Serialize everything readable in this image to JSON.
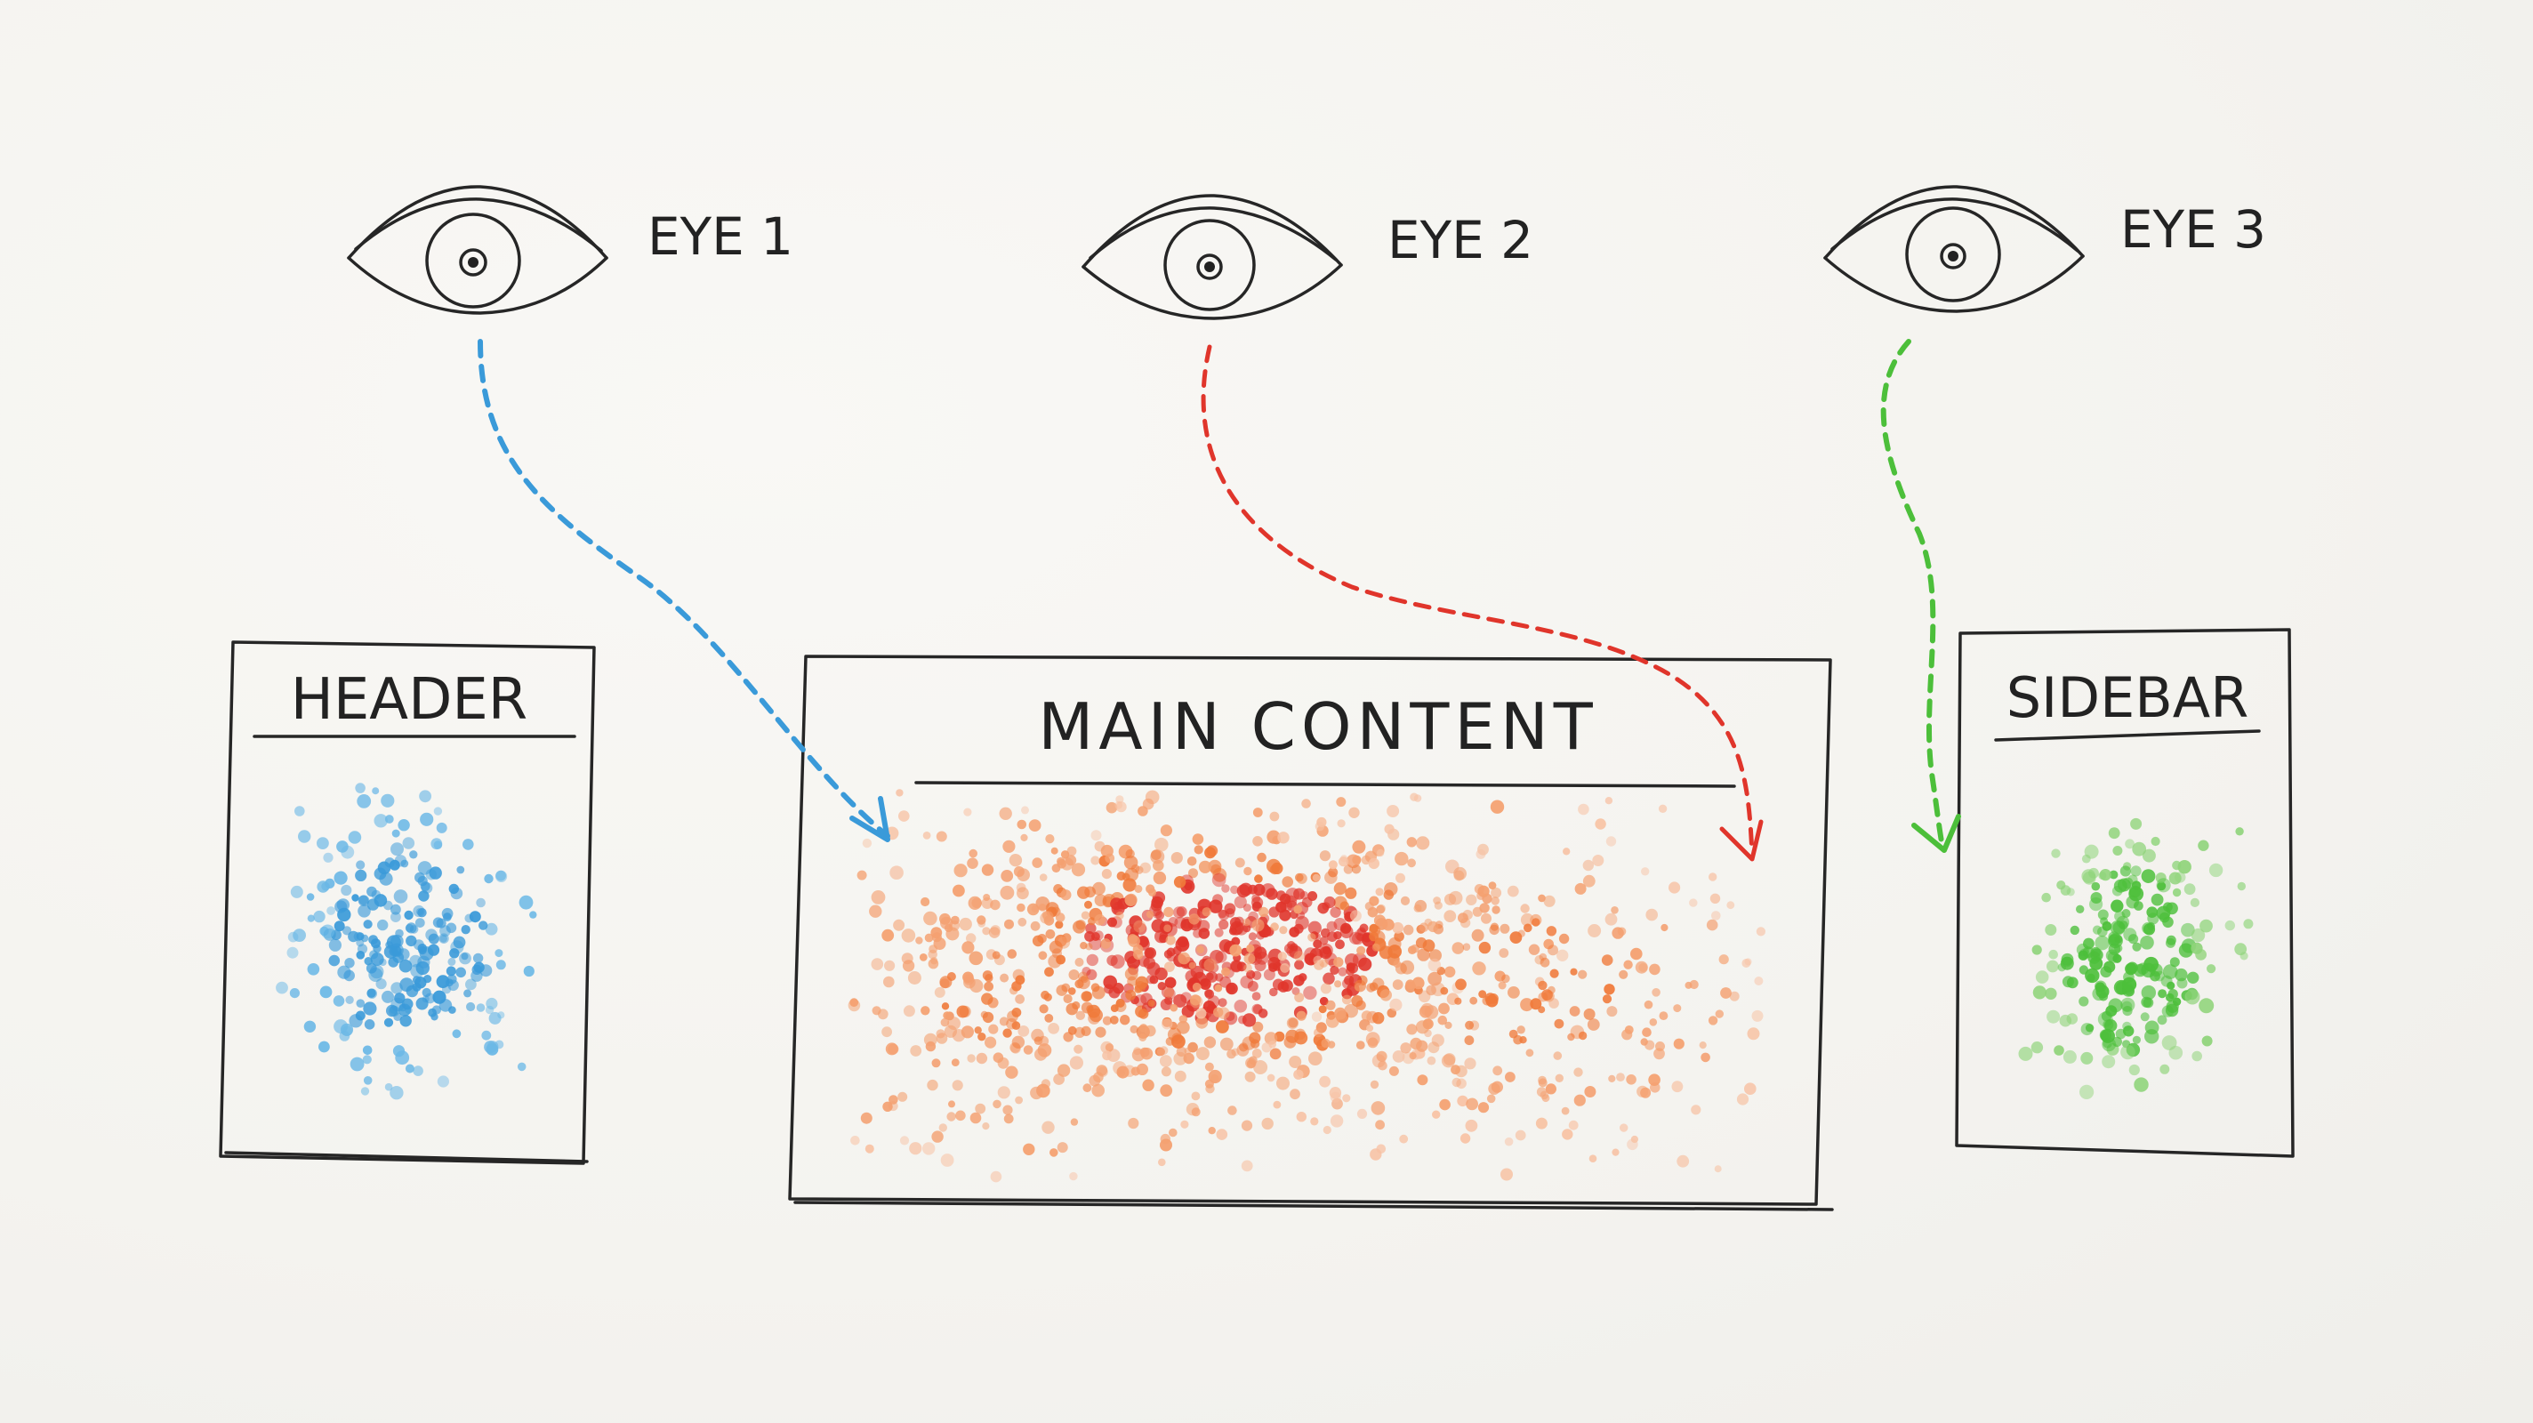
{
  "eyes": [
    {
      "label": "EYE 1",
      "color": "#3a9ad9"
    },
    {
      "label": "EYE 2",
      "color": "#e0352b"
    },
    {
      "label": "EYE 3",
      "color": "#4cbf3a"
    }
  ],
  "regions": {
    "header": {
      "title": "HEADER",
      "heat_color": "#3a9ad9"
    },
    "main": {
      "title": "MAIN CONTENT",
      "heat_colors": [
        "#e0352b",
        "#f07a3a",
        "#f4a070"
      ]
    },
    "sidebar": {
      "title": "SIDEBAR",
      "heat_color": "#4cbf3a"
    }
  },
  "icons": {
    "eye": "eye-icon",
    "arrow": "arrow-icon"
  }
}
